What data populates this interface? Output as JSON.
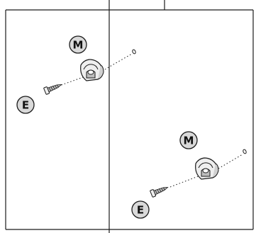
{
  "diagram": {
    "colors": {
      "background": "#ffffff",
      "line": "#1a1a1a",
      "callout_fill": "#d9d9d9",
      "hardware_fill": "#eeeeee",
      "hardware_shade": "#bdbdbd"
    },
    "parts": [
      {
        "name": "clip-upper",
        "label": "M"
      },
      {
        "name": "screw-upper",
        "label": "E"
      },
      {
        "name": "clip-lower",
        "label": "M"
      },
      {
        "name": "screw-lower",
        "label": "E"
      }
    ]
  }
}
